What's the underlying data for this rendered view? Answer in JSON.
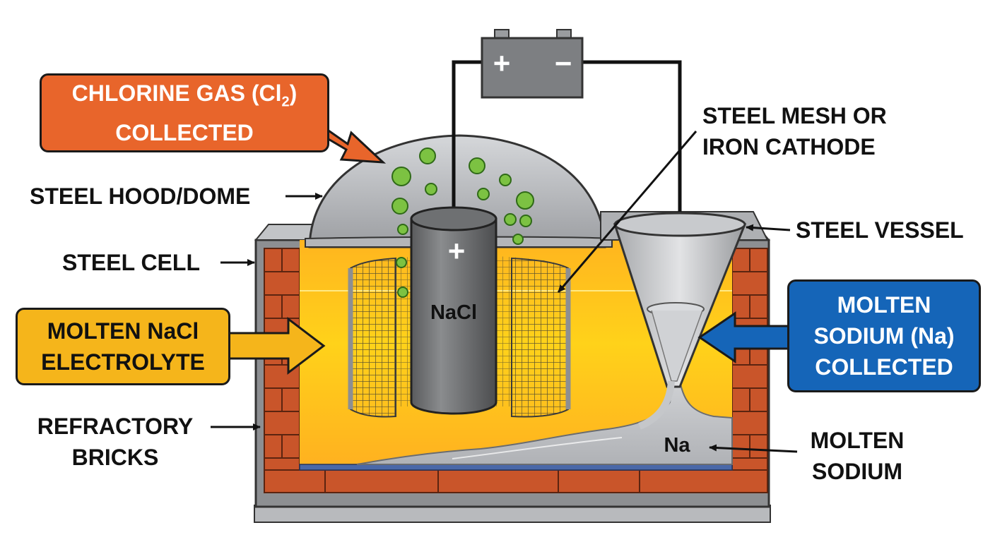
{
  "battery": {
    "positive": "+",
    "negative": "−"
  },
  "anode": {
    "sign": "+",
    "label": "NaCl"
  },
  "sodium_pool_label": "Na",
  "labels": {
    "steel_hood": "STEEL HOOD/DOME",
    "steel_cell": "STEEL CELL",
    "refractory": [
      "REFRACTORY",
      "BRICKS"
    ],
    "cathode": [
      "STEEL MESH OR",
      "IRON CATHODE"
    ],
    "steel_vessel": "STEEL VESSEL",
    "molten_sodium": [
      "MOLTEN",
      "SODIUM"
    ]
  },
  "callouts": {
    "chlorine": {
      "line1_pre": "CHLORINE GAS (Cl",
      "sub": "2",
      "line1_post": ")",
      "line2": "COLLECTED"
    },
    "electrolyte": [
      "MOLTEN NaCl",
      "ELECTROLYTE"
    ],
    "sodium": [
      "MOLTEN",
      "SODIUM (Na)",
      "COLLECTED"
    ]
  },
  "colors": {
    "chlorine_box": "#e8652b",
    "electrolyte_box": "#f5b51b",
    "sodium_box": "#1565b8",
    "electrolyte": "#ffc21a",
    "brick": "#c9552a",
    "steel": "#8d8f92",
    "gas_bubble": "#7cc242"
  }
}
